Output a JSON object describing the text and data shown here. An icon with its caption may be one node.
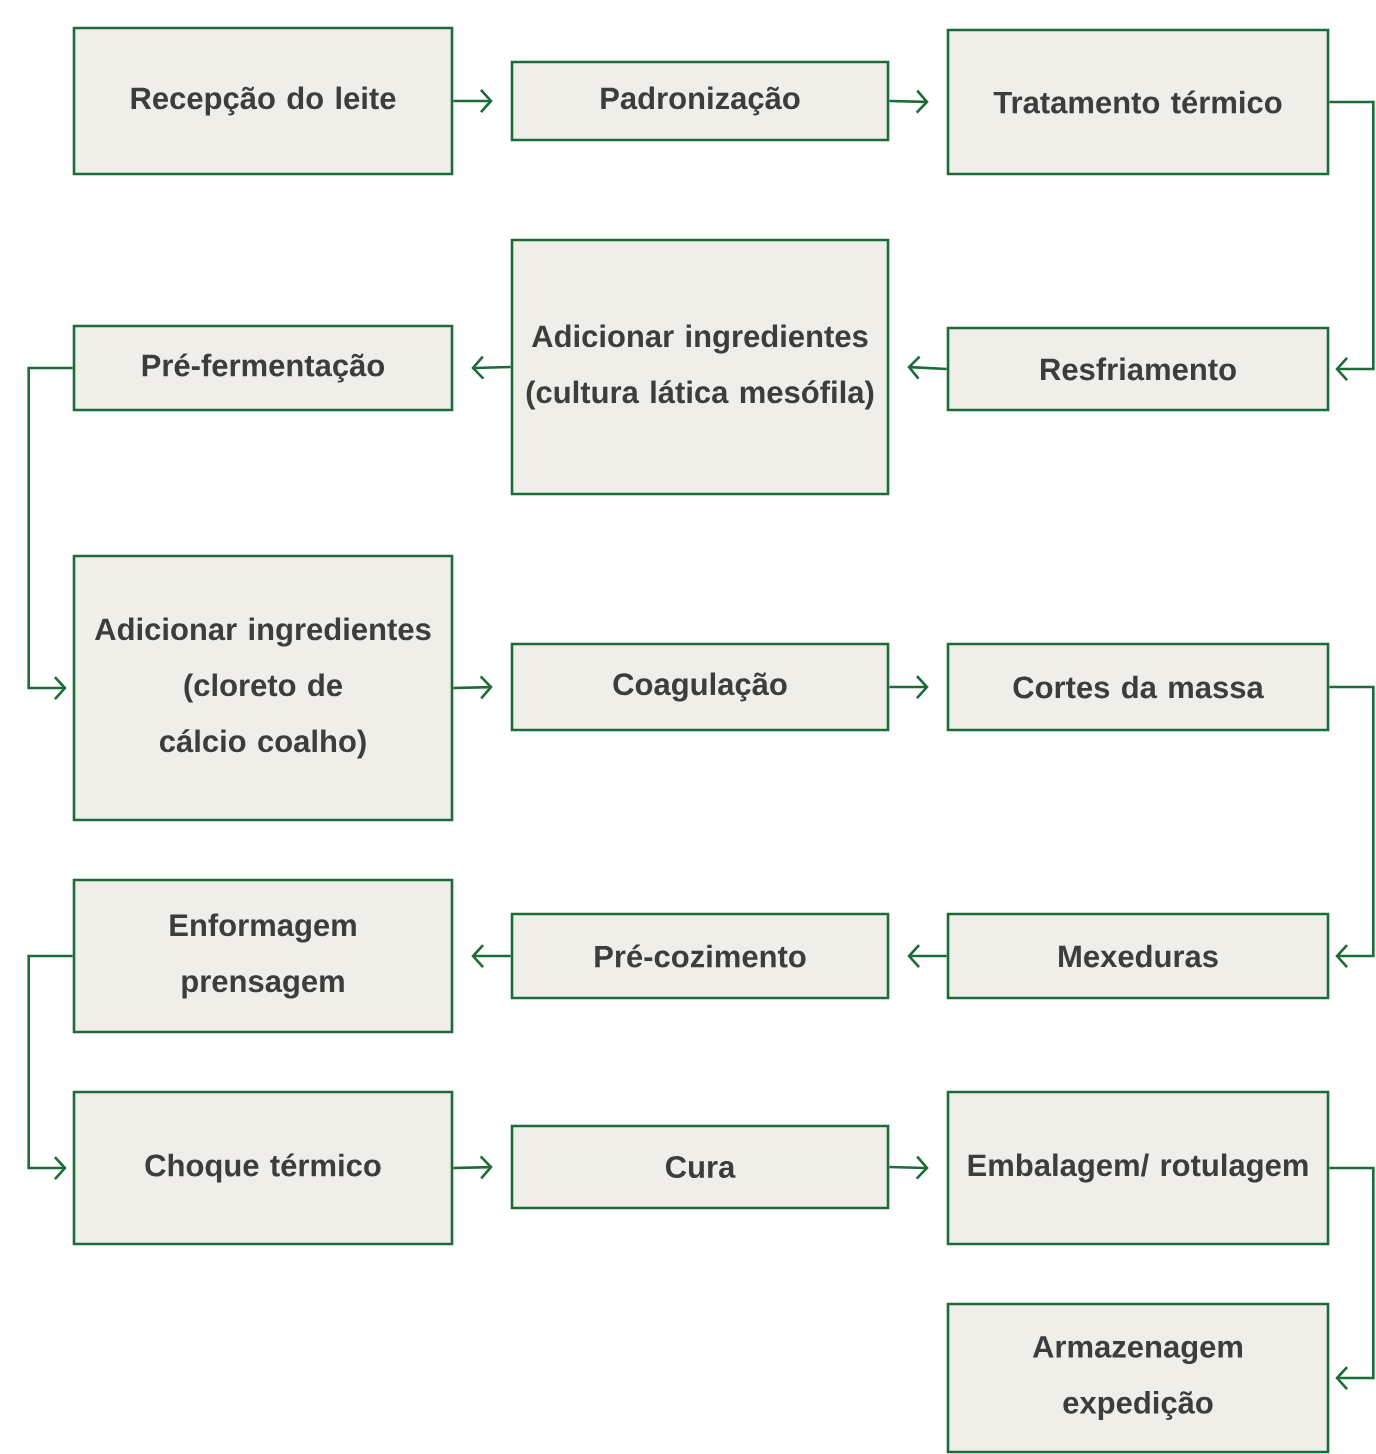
{
  "diagram": {
    "nodes": [
      {
        "text": [
          "Recepção do leite"
        ]
      },
      {
        "text": [
          "Padronização"
        ]
      },
      {
        "text": [
          "Tratamento térmico"
        ]
      },
      {
        "text": [
          "Resfriamento"
        ]
      },
      {
        "text": [
          "Adicionar ingredientes (cultura lática mesófila)"
        ]
      },
      {
        "text": [
          "Pré-fermentação"
        ]
      },
      {
        "text": [
          "Adicionar ingredientes (cloreto de cálcio coalho)"
        ]
      },
      {
        "text": [
          "Coagulação"
        ]
      },
      {
        "text": [
          "Cortes da massa"
        ]
      },
      {
        "text": [
          "Mexeduras"
        ]
      },
      {
        "text": [
          "Pré-cozimento"
        ]
      },
      {
        "text": [
          "Enformagem prensagem"
        ]
      },
      {
        "text": [
          "Choque térmico"
        ]
      },
      {
        "text": [
          "Cura"
        ]
      },
      {
        "text": [
          "Embalagem/ rotulagem"
        ]
      },
      {
        "text": [
          "Armazenagem expedição"
        ]
      }
    ],
    "edges": [
      {
        "from": 0,
        "to": 1,
        "arrow": "to"
      },
      {
        "from": 1,
        "to": 2,
        "arrow": "to"
      },
      {
        "from": 2,
        "to": 3,
        "arrow": "to"
      },
      {
        "from": 3,
        "to": 4,
        "arrow": "to"
      },
      {
        "from": 4,
        "to": 5,
        "arrow": "to"
      },
      {
        "from": 5,
        "to": 6,
        "arrow": "to"
      },
      {
        "from": 6,
        "to": 7,
        "arrow": "to"
      },
      {
        "from": 7,
        "to": 8,
        "arrow": "to"
      },
      {
        "from": 8,
        "to": 9,
        "arrow": "to"
      },
      {
        "from": 9,
        "to": 10,
        "arrow": "to"
      },
      {
        "from": 10,
        "to": 11,
        "arrow": "to"
      },
      {
        "from": 11,
        "to": 12,
        "arrow": "to"
      },
      {
        "from": 12,
        "to": 13,
        "arrow": "to"
      },
      {
        "from": 13,
        "to": 14,
        "arrow": "to"
      },
      {
        "from": 14,
        "to": 15,
        "arrow": "to"
      }
    ]
  }
}
